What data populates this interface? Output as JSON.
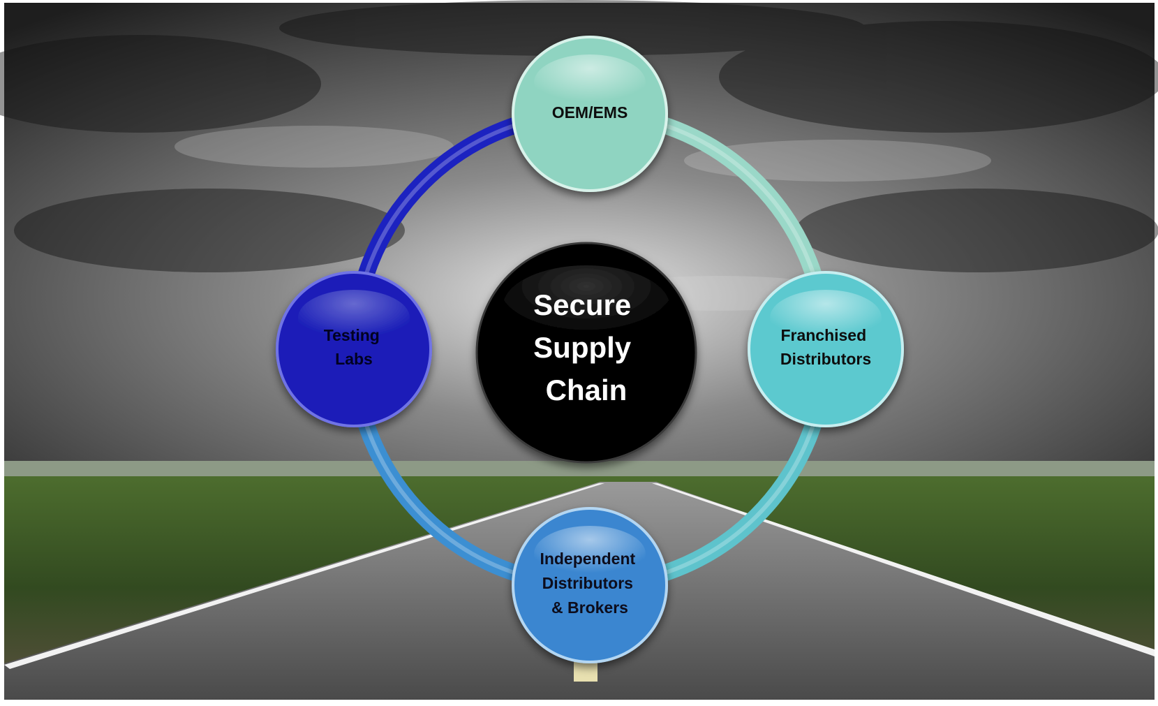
{
  "diagram": {
    "center": {
      "lines": [
        "Secure",
        "Supply",
        "Chain"
      ],
      "fill": "#000000",
      "text_color": "#ffffff"
    },
    "nodes": [
      {
        "id": "oem-ems",
        "lines": [
          "OEM/EMS"
        ],
        "fill": "#8fd4c1",
        "text_color": "#111111"
      },
      {
        "id": "franchised-distributors",
        "lines": [
          "Franchised",
          "Distributors"
        ],
        "fill": "#5cc9cf",
        "text_color": "#111111"
      },
      {
        "id": "independent-distributors-brokers",
        "lines": [
          "Independent",
          "Distributors",
          "& Brokers"
        ],
        "fill": "#3a86d0",
        "text_color": "#0a0a1a"
      },
      {
        "id": "testing-labs",
        "lines": [
          "Testing",
          "Labs"
        ],
        "fill": "#1b1fb8",
        "text_color": "#050520"
      }
    ],
    "connectors": [
      {
        "from": "oem-ems",
        "to": "franchised-distributors",
        "color": "#9ad8c8"
      },
      {
        "from": "franchised-distributors",
        "to": "independent-distributors-brokers",
        "color": "#5ec3cc"
      },
      {
        "from": "independent-distributors-brokers",
        "to": "testing-labs",
        "color": "#3c8fd2"
      },
      {
        "from": "testing-labs",
        "to": "oem-ems",
        "color": "#1c22c0"
      }
    ]
  },
  "background": {
    "sky_dark": "#2b2b2b",
    "sky_light": "#cfcfcf",
    "field": "#3f5a2a",
    "road": "#5a5a5a",
    "road_line": "#f2f2f2"
  }
}
